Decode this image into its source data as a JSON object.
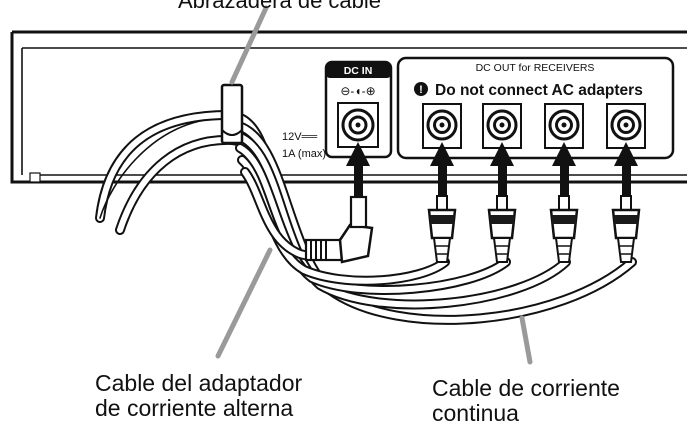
{
  "labels": {
    "top_callout": "Abrazadera de cable",
    "dc_in": "DC IN",
    "dc_out": "DC OUT for RECEIVERS",
    "warning": "Do not connect AC adapters",
    "warning_symbol": "!",
    "polarity": "⊖-◖-⊕",
    "rating_line1": "12V══",
    "rating_line2": "1A (max)",
    "ac_cable_line1": "Cable del adaptador",
    "ac_cable_line2": "de corriente alterna",
    "dc_cable_line1": "Cable de corriente",
    "dc_cable_line2": "continua"
  },
  "colors": {
    "ink": "#111111",
    "cable_fill": "#ffffff",
    "leader_gray": "#9a9a9a",
    "dark_band": "#1a1a1a"
  }
}
